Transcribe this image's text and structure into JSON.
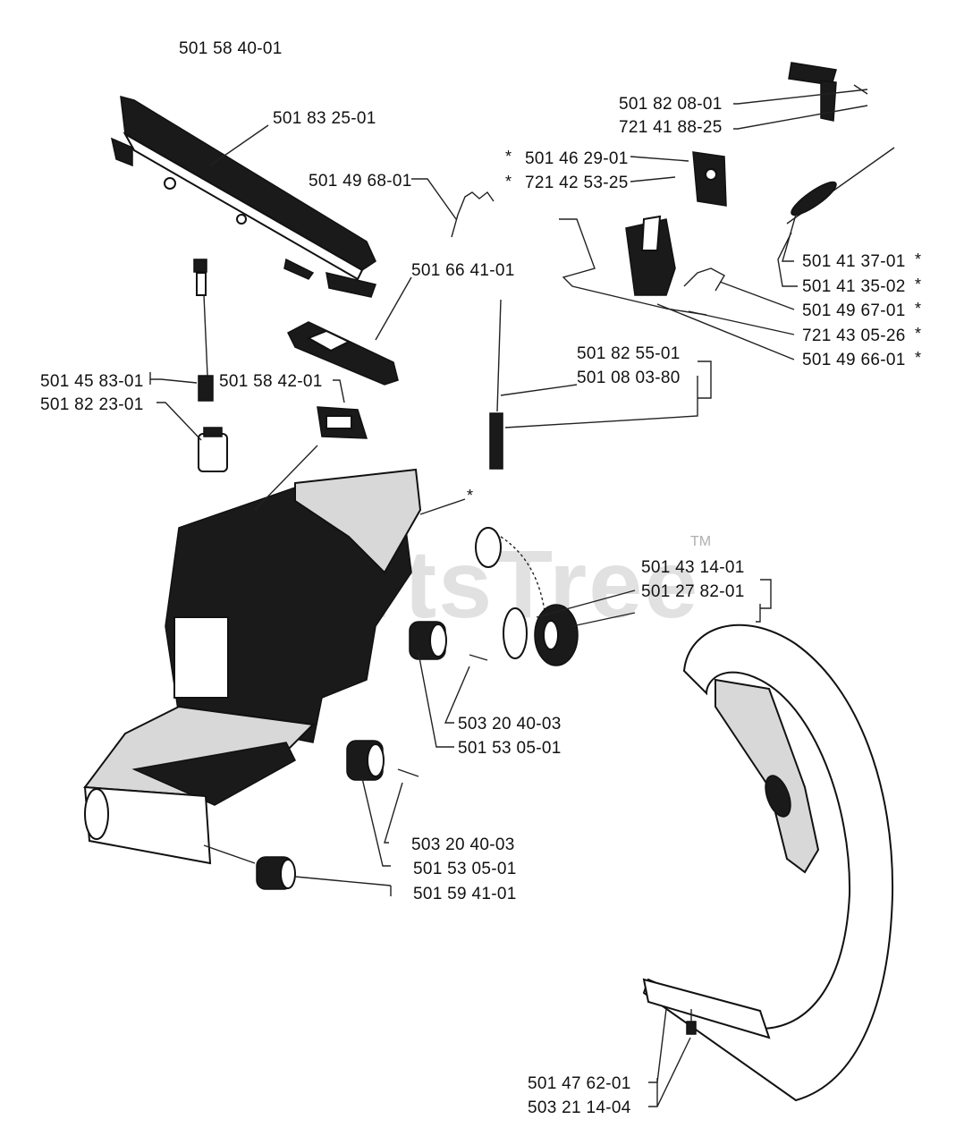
{
  "title_code": "501 58 40-01",
  "watermark": "PartsTree",
  "watermark_tm": "TM",
  "labels": {
    "p501_83_25_01": "501 83 25-01",
    "p501_49_68_01": "501 49 68-01",
    "p501_66_41_01": "501 66 41-01",
    "p501_45_83_01": "501 45 83-01",
    "p501_82_23_01": "501 82 23-01",
    "p501_58_42_01": "501 58 42-01",
    "p501_82_08_01": "501 82 08-01",
    "p721_41_88_25": "721 41 88-25",
    "p501_46_29_01": "501 46 29-01",
    "p721_42_53_25": "721 42 53-25",
    "p501_41_37_01": "501 41 37-01",
    "p501_41_35_02": "501 41 35-02",
    "p501_49_67_01": "501 49 67-01",
    "p721_43_05_26": "721 43 05-26",
    "p501_49_66_01": "501 49 66-01",
    "p501_82_55_01": "501 82 55-01",
    "p501_08_03_80": "501 08 03-80",
    "p501_43_14_01": "501 43 14-01",
    "p501_27_82_01": "501 27 82-01",
    "p503_20_40_03_a": "503 20 40-03",
    "p501_53_05_01_a": "501 53 05-01",
    "p503_20_40_03_b": "503 20  40-03",
    "p501_53_05_01_b": "501 53 05-01",
    "p501_59_41_01": "501 59 41-01",
    "p501_47_62_01": "501 47 62-01",
    "p503_21_14_04": "503 21 14-04"
  },
  "asterisk": "*"
}
